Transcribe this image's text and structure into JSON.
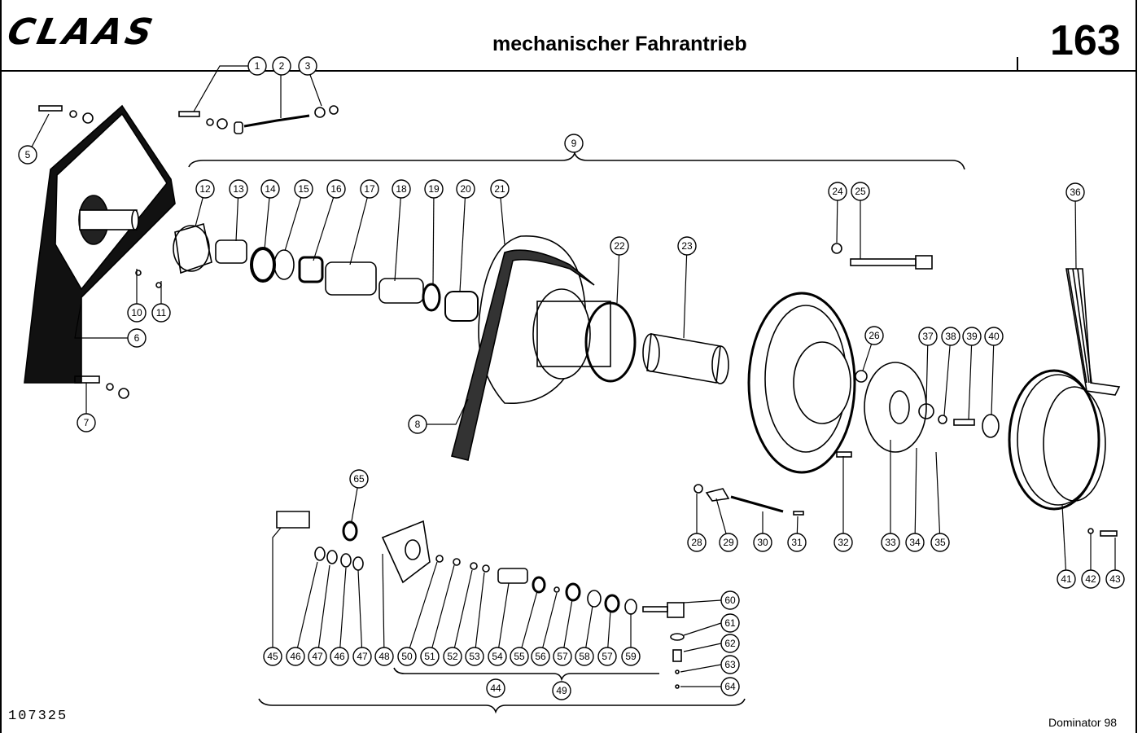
{
  "header": {
    "brand": "CLAAS",
    "title": "mechanischer Fahrantrieb",
    "page_number": "163"
  },
  "footer": {
    "drawing_number": "107325",
    "model": "Dominator 98"
  },
  "callouts": [
    "1",
    "2",
    "3",
    "5",
    "6",
    "7",
    "8",
    "9",
    "10",
    "11",
    "12",
    "13",
    "14",
    "15",
    "16",
    "17",
    "18",
    "19",
    "20",
    "21",
    "22",
    "23",
    "24",
    "25",
    "26",
    "28",
    "29",
    "30",
    "31",
    "32",
    "33",
    "34",
    "35",
    "36",
    "37",
    "38",
    "39",
    "40",
    "41",
    "42",
    "43",
    "44",
    "45",
    "46",
    "47",
    "46",
    "47",
    "48",
    "49",
    "50",
    "51",
    "52",
    "53",
    "54",
    "55",
    "56",
    "57",
    "58",
    "57",
    "59",
    "60",
    "61",
    "62",
    "63",
    "64",
    "65"
  ]
}
